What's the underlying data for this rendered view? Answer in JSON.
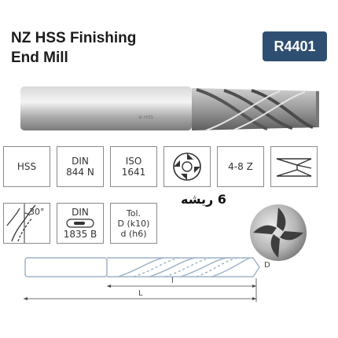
{
  "header": {
    "title_line1": "NZ HSS Finishing",
    "title_line2": "End Mill",
    "code": "R4401"
  },
  "spec_boxes": {
    "material": "HSS",
    "din_line1": "DIN",
    "din_line2": "844 N",
    "iso_line1": "ISO",
    "iso_line2": "1641",
    "flutes_range": "4-8 Z",
    "helix_angle": "30°",
    "shank_din_line1": "DIN",
    "shank_din_line2": "1835 B",
    "tol_line1": "Tol.",
    "tol_line2": "D (k10)",
    "tol_line3": "d (h6)"
  },
  "flute_caption": "6 ریشه",
  "drawing_labels": {
    "diameter": "D",
    "length_short": "l",
    "length_total": "L"
  },
  "colors": {
    "badge": "#2f4f72",
    "drawing_line": "#9fb4c7"
  }
}
